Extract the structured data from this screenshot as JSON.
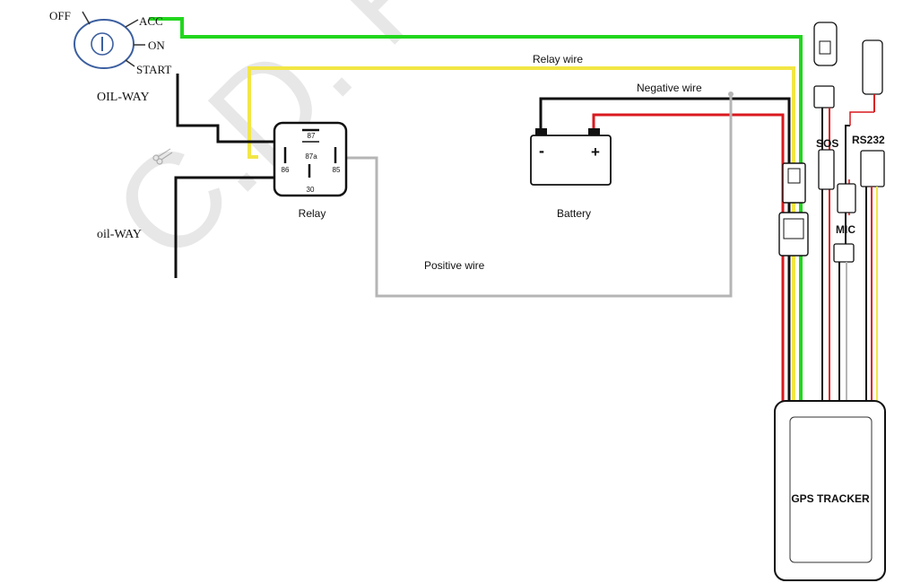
{
  "ignition": {
    "off": "OFF",
    "acc": "ACC",
    "on": "ON",
    "start": "START"
  },
  "oil": {
    "top": "OIL-WAY",
    "bottom": "oil-WAY"
  },
  "relay": {
    "label": "Relay",
    "pin87": "87",
    "pin87a": "87a",
    "pin86": "86",
    "pin85": "85",
    "pin30": "30"
  },
  "battery": {
    "label": "Battery",
    "minus": "-",
    "plus": "+"
  },
  "wires": {
    "relay": "Relay wire",
    "negative": "Negative wire",
    "positive": "Positive wire"
  },
  "connectors": {
    "sos": "SOS",
    "rs232": "RS232",
    "mic": "MIC"
  },
  "tracker": {
    "label": "GPS TRACKER"
  },
  "watermark": "C.D. Pro",
  "colors": {
    "green": "#22d61e",
    "yellow": "#f2e645",
    "black": "#111111",
    "red": "#d9191e",
    "gray": "#b5b5b5"
  }
}
